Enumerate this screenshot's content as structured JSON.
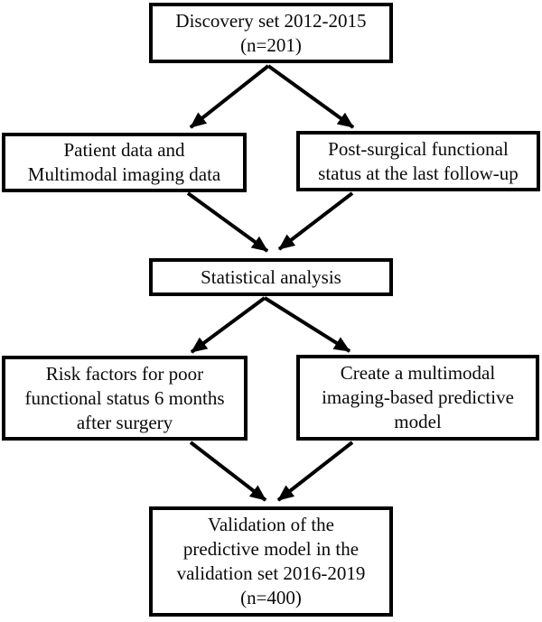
{
  "page": {
    "background_color": "#ffffff",
    "line_color": "#000000",
    "text_color": "#0a0a0a"
  },
  "diagram": {
    "type": "flowchart",
    "nodes": {
      "discovery": {
        "text": "Discovery set 2012-2015\n(n=201)"
      },
      "patient_data": {
        "text": "Patient data and\nMultimodal imaging data"
      },
      "post_surgical": {
        "text": "Post-surgical functional\nstatus at the last follow-up"
      },
      "statistical": {
        "text": "Statistical analysis"
      },
      "risk_factors": {
        "text": "Risk factors for poor\nfunctional status 6 months\nafter surgery"
      },
      "create_model": {
        "text": "Create a multimodal\nimaging-based predictive\nmodel"
      },
      "validation": {
        "text": "Validation of the\npredictive model in the\nvalidation set 2016-2019\n(n=400)"
      }
    },
    "edges": [
      {
        "from": "discovery",
        "to": "patient_data"
      },
      {
        "from": "discovery",
        "to": "post_surgical"
      },
      {
        "from": "patient_data",
        "to": "statistical"
      },
      {
        "from": "post_surgical",
        "to": "statistical"
      },
      {
        "from": "statistical",
        "to": "risk_factors"
      },
      {
        "from": "statistical",
        "to": "create_model"
      },
      {
        "from": "risk_factors",
        "to": "validation"
      },
      {
        "from": "create_model",
        "to": "validation"
      }
    ]
  }
}
